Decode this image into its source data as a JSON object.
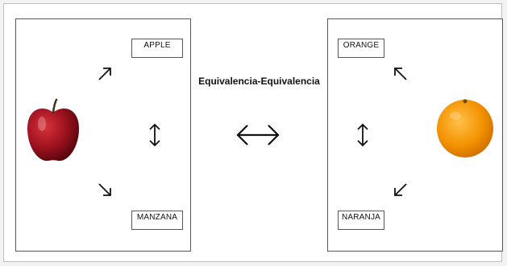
{
  "title": "Equivalencia-Equivalencia",
  "left_panel": {
    "top_label": "APPLE",
    "bottom_label": "MANZANA",
    "image": "red-apple",
    "icons": [
      "arrow-up-right-icon",
      "arrow-up-down-icon",
      "arrow-down-right-icon"
    ]
  },
  "right_panel": {
    "top_label": "ORANGE",
    "bottom_label": "NARANJA",
    "image": "orange-fruit",
    "icons": [
      "arrow-up-left-icon",
      "arrow-up-down-icon",
      "arrow-down-left-icon"
    ]
  },
  "center_icon": "arrow-left-right-icon",
  "colors": {
    "apple": "#9b111e",
    "orange": "#f39200",
    "border": "#555555",
    "arrow": "#111111"
  }
}
